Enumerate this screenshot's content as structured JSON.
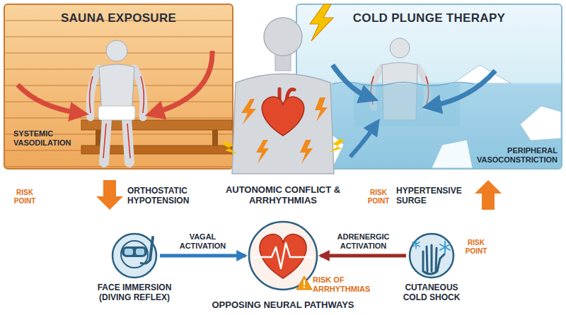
{
  "diagram": {
    "nodes": [
      {
        "text": [
          "SAUNA EXPOSURE",
          "SYSTEMIC VASODILATION"
        ]
      },
      {
        "text": [
          "COLD PLUNGE THERAPY",
          "PERIPHERAL VASOCONSTRICTION"
        ]
      },
      {
        "text": [
          "FACE IMMERSION (DIVING REFLEX)"
        ]
      },
      {
        "text": [
          "RISK OF ARRHYTHMIAS"
        ]
      },
      {
        "text": [
          "CUTANEOUS COLD SHOCK"
        ]
      }
    ],
    "edges": [
      {
        "from": 2,
        "to": 3,
        "arrow": "to",
        "label": "VAGAL ACTIVATION"
      },
      {
        "from": 4,
        "to": 3,
        "arrow": "to",
        "label": "ADRENERGIC ACTIVATION"
      }
    ],
    "labels": [
      "RISK POINT",
      "ORTHOSTATIC HYPOTENSION",
      "AUTONOMIC CONFLICT & ARRHYTHMIAS",
      "RISK POINT",
      "HYPERTENSIVE SURGE",
      "RISK POINT",
      "OPPOSING NEURAL PATHWAYS"
    ]
  }
}
